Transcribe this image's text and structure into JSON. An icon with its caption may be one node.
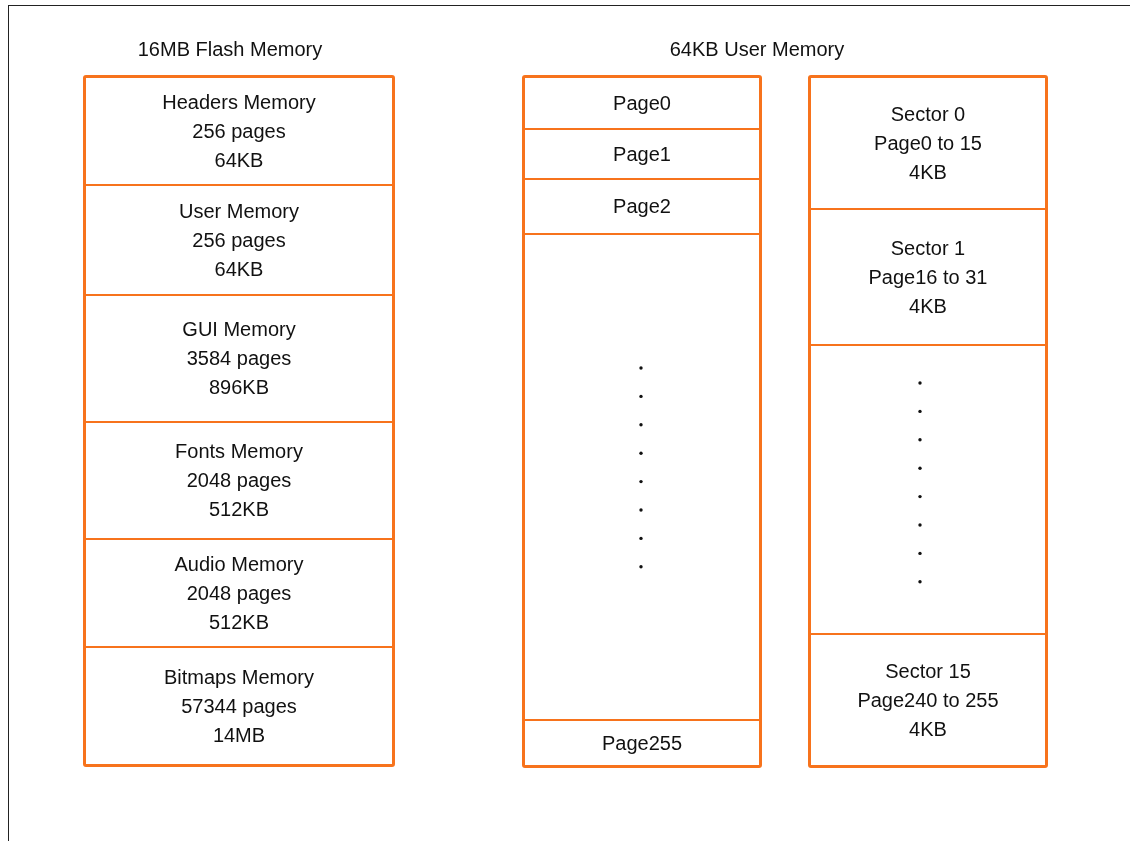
{
  "diagram": {
    "nodes": [
      {
        "text": [],
        "shape": "box"
      },
      {
        "text": [
          "Headers Memory",
          "256 pages",
          "64KB"
        ],
        "in": 0
      },
      {
        "text": [
          "User Memory",
          "256 pages",
          "64KB"
        ],
        "in": 0
      },
      {
        "text": [
          "GUI Memory",
          "3584 pages",
          "896KB"
        ],
        "in": 0
      },
      {
        "text": [
          "Fonts Memory",
          "2048 pages",
          "512KB"
        ],
        "in": 0
      },
      {
        "text": [
          "Audio Memory",
          "2048 pages",
          "512KB"
        ],
        "in": 0
      },
      {
        "text": [
          "Bitmaps Memory",
          "57344 pages",
          "14MB"
        ],
        "in": 0
      },
      {
        "text": [],
        "shape": "box"
      },
      {
        "text": [
          "Page0"
        ],
        "in": 7
      },
      {
        "text": [
          "Page1"
        ],
        "in": 7
      },
      {
        "text": [
          "Page2"
        ],
        "in": 7
      },
      {
        "text": [],
        "shape": "box",
        "in": 7
      },
      {
        "text": [
          "Page255"
        ],
        "in": 7
      },
      {
        "text": [],
        "shape": "box"
      },
      {
        "text": [
          "Sector 0",
          "Page0 to 15",
          "4KB"
        ],
        "in": 13
      },
      {
        "text": [
          "Sector 1",
          "Page16 to 31",
          "4KB"
        ],
        "in": 13
      },
      {
        "text": [],
        "shape": "box",
        "in": 13
      },
      {
        "text": [
          "Sector 15",
          "Page240 to 255",
          "4KB"
        ],
        "in": 13
      }
    ],
    "edges": [],
    "labels": [
      "16MB Flash Memory",
      "64KB User Memory"
    ]
  }
}
